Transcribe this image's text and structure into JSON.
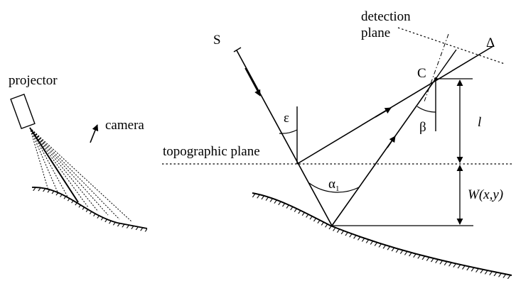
{
  "labels": {
    "projector": "projector",
    "camera": "camera",
    "source": "S",
    "detection_plane_line1": "detection",
    "detection_plane_line2": "plane",
    "delta": "Δ",
    "c_point": "C",
    "epsilon": "ε",
    "beta": "β",
    "l": "l",
    "topographic_plane": "topographic plane",
    "alpha": "α",
    "alpha_subscript": "1",
    "w_xy": "W(x,y)"
  },
  "colors": {
    "ink": "#000000",
    "background": "#ffffff"
  }
}
